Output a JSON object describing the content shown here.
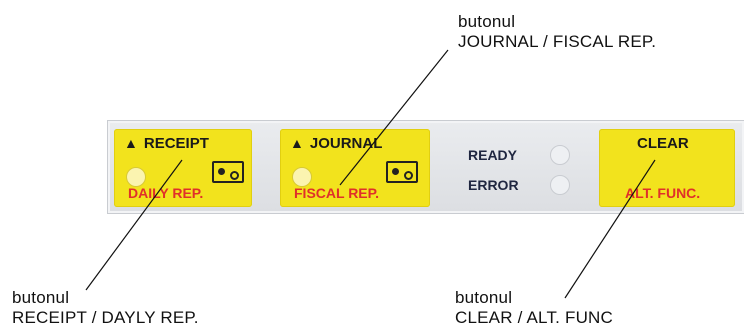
{
  "callouts": {
    "journal": {
      "line1": "butonul",
      "line2": "JOURNAL / FISCAL REP."
    },
    "receipt": {
      "line1": "butonul",
      "line2": "RECEIPT / DAYLY REP."
    },
    "clear": {
      "line1": "butonul",
      "line2": "CLEAR / ALT. FUNC"
    }
  },
  "panel": {
    "receipt_button": {
      "top_label": "RECEIPT",
      "bottom_label": "DAILY REP.",
      "arrow_icon": "paper-feed-arrow-icon",
      "paper_icon": "paper-roll-icon"
    },
    "journal_button": {
      "top_label": "JOURNAL",
      "bottom_label": "FISCAL REP.",
      "arrow_icon": "paper-feed-arrow-icon",
      "paper_icon": "paper-roll-icon"
    },
    "status": {
      "ready_label": "READY",
      "error_label": "ERROR"
    },
    "clear_button": {
      "top_label": "CLEAR",
      "bottom_label": "ALT. FUNC."
    }
  },
  "colors": {
    "button_yellow": "#f2e31d",
    "bottom_label_red": "#e0302a",
    "panel_gray": "#e3e5e8",
    "status_text": "#1f2640"
  }
}
